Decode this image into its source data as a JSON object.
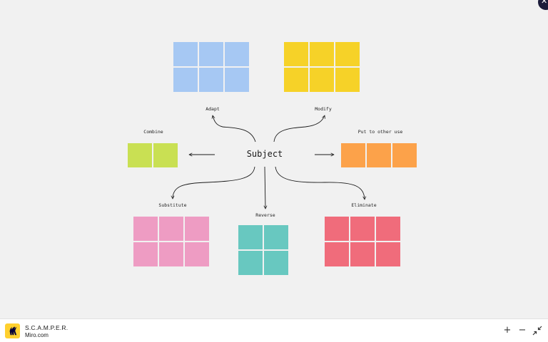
{
  "board": {
    "subject": "Subject",
    "labels": {
      "adapt": "Adapt",
      "modify": "Modify",
      "combine": "Combine",
      "put_to_other_use": "Put to other use",
      "substitute": "Substitute",
      "reverse": "Reverse",
      "eliminate": "Eliminate"
    },
    "colors": {
      "adapt": "#a6c8f3",
      "modify": "#f6d228",
      "combine": "#c9e053",
      "put_to_other_use": "#fca24a",
      "substitute": "#ee9cc3",
      "reverse": "#68c8c0",
      "eliminate": "#f06c7b",
      "connector": "#1a1a1a",
      "background": "#f1f1f1"
    },
    "notes_per_cluster": {
      "adapt": 6,
      "modify": 6,
      "combine": 2,
      "put_to_other_use": 3,
      "substitute": 6,
      "reverse": 4,
      "eliminate": 6
    }
  },
  "footer": {
    "title": "S.C.A.M.P.E.R.",
    "subtitle": "Miro.com",
    "zoom_in": "+",
    "zoom_out": "−",
    "fullscreen_icon": "collapse-arrows-icon",
    "close_icon": "close-icon",
    "close_label": "✕"
  }
}
